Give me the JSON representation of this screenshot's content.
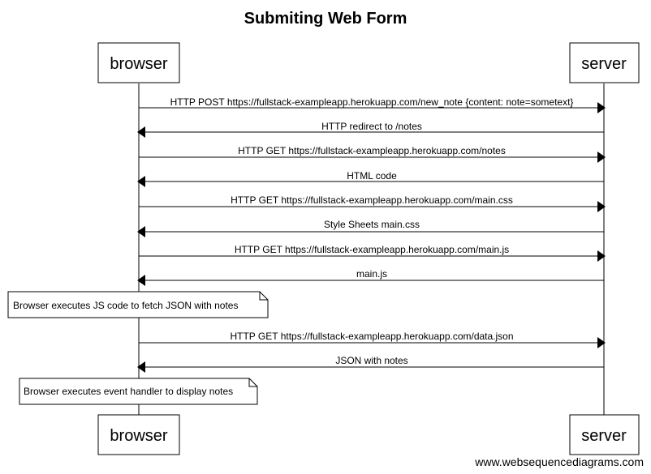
{
  "title": "Submiting Web Form",
  "actors": [
    "browser",
    "server"
  ],
  "messages": [
    {
      "from": "browser",
      "to": "server",
      "label": "HTTP POST https://fullstack-exampleapp.herokuapp.com/new_note {content: note=sometext}"
    },
    {
      "from": "server",
      "to": "browser",
      "label": "HTTP redirect to /notes"
    },
    {
      "from": "browser",
      "to": "server",
      "label": "HTTP GET https://fullstack-exampleapp.herokuapp.com/notes"
    },
    {
      "from": "server",
      "to": "browser",
      "label": "HTML code"
    },
    {
      "from": "browser",
      "to": "server",
      "label": "HTTP GET https://fullstack-exampleapp.herokuapp.com/main.css"
    },
    {
      "from": "server",
      "to": "browser",
      "label": "Style Sheets main.css"
    },
    {
      "from": "browser",
      "to": "server",
      "label": "HTTP GET https://fullstack-exampleapp.herokuapp.com/main.js"
    },
    {
      "from": "server",
      "to": "browser",
      "label": "main.js"
    },
    {
      "from": "browser",
      "to": "server",
      "label": "HTTP GET https://fullstack-exampleapp.herokuapp.com/data.json"
    },
    {
      "from": "server",
      "to": "browser",
      "label": "JSON with notes"
    }
  ],
  "notes": [
    {
      "over": "browser",
      "text": "Browser executes JS code to fetch JSON with notes"
    },
    {
      "over": "browser",
      "text": "Browser executes event handler to display notes"
    }
  ],
  "watermark": "www.websequencediagrams.com"
}
